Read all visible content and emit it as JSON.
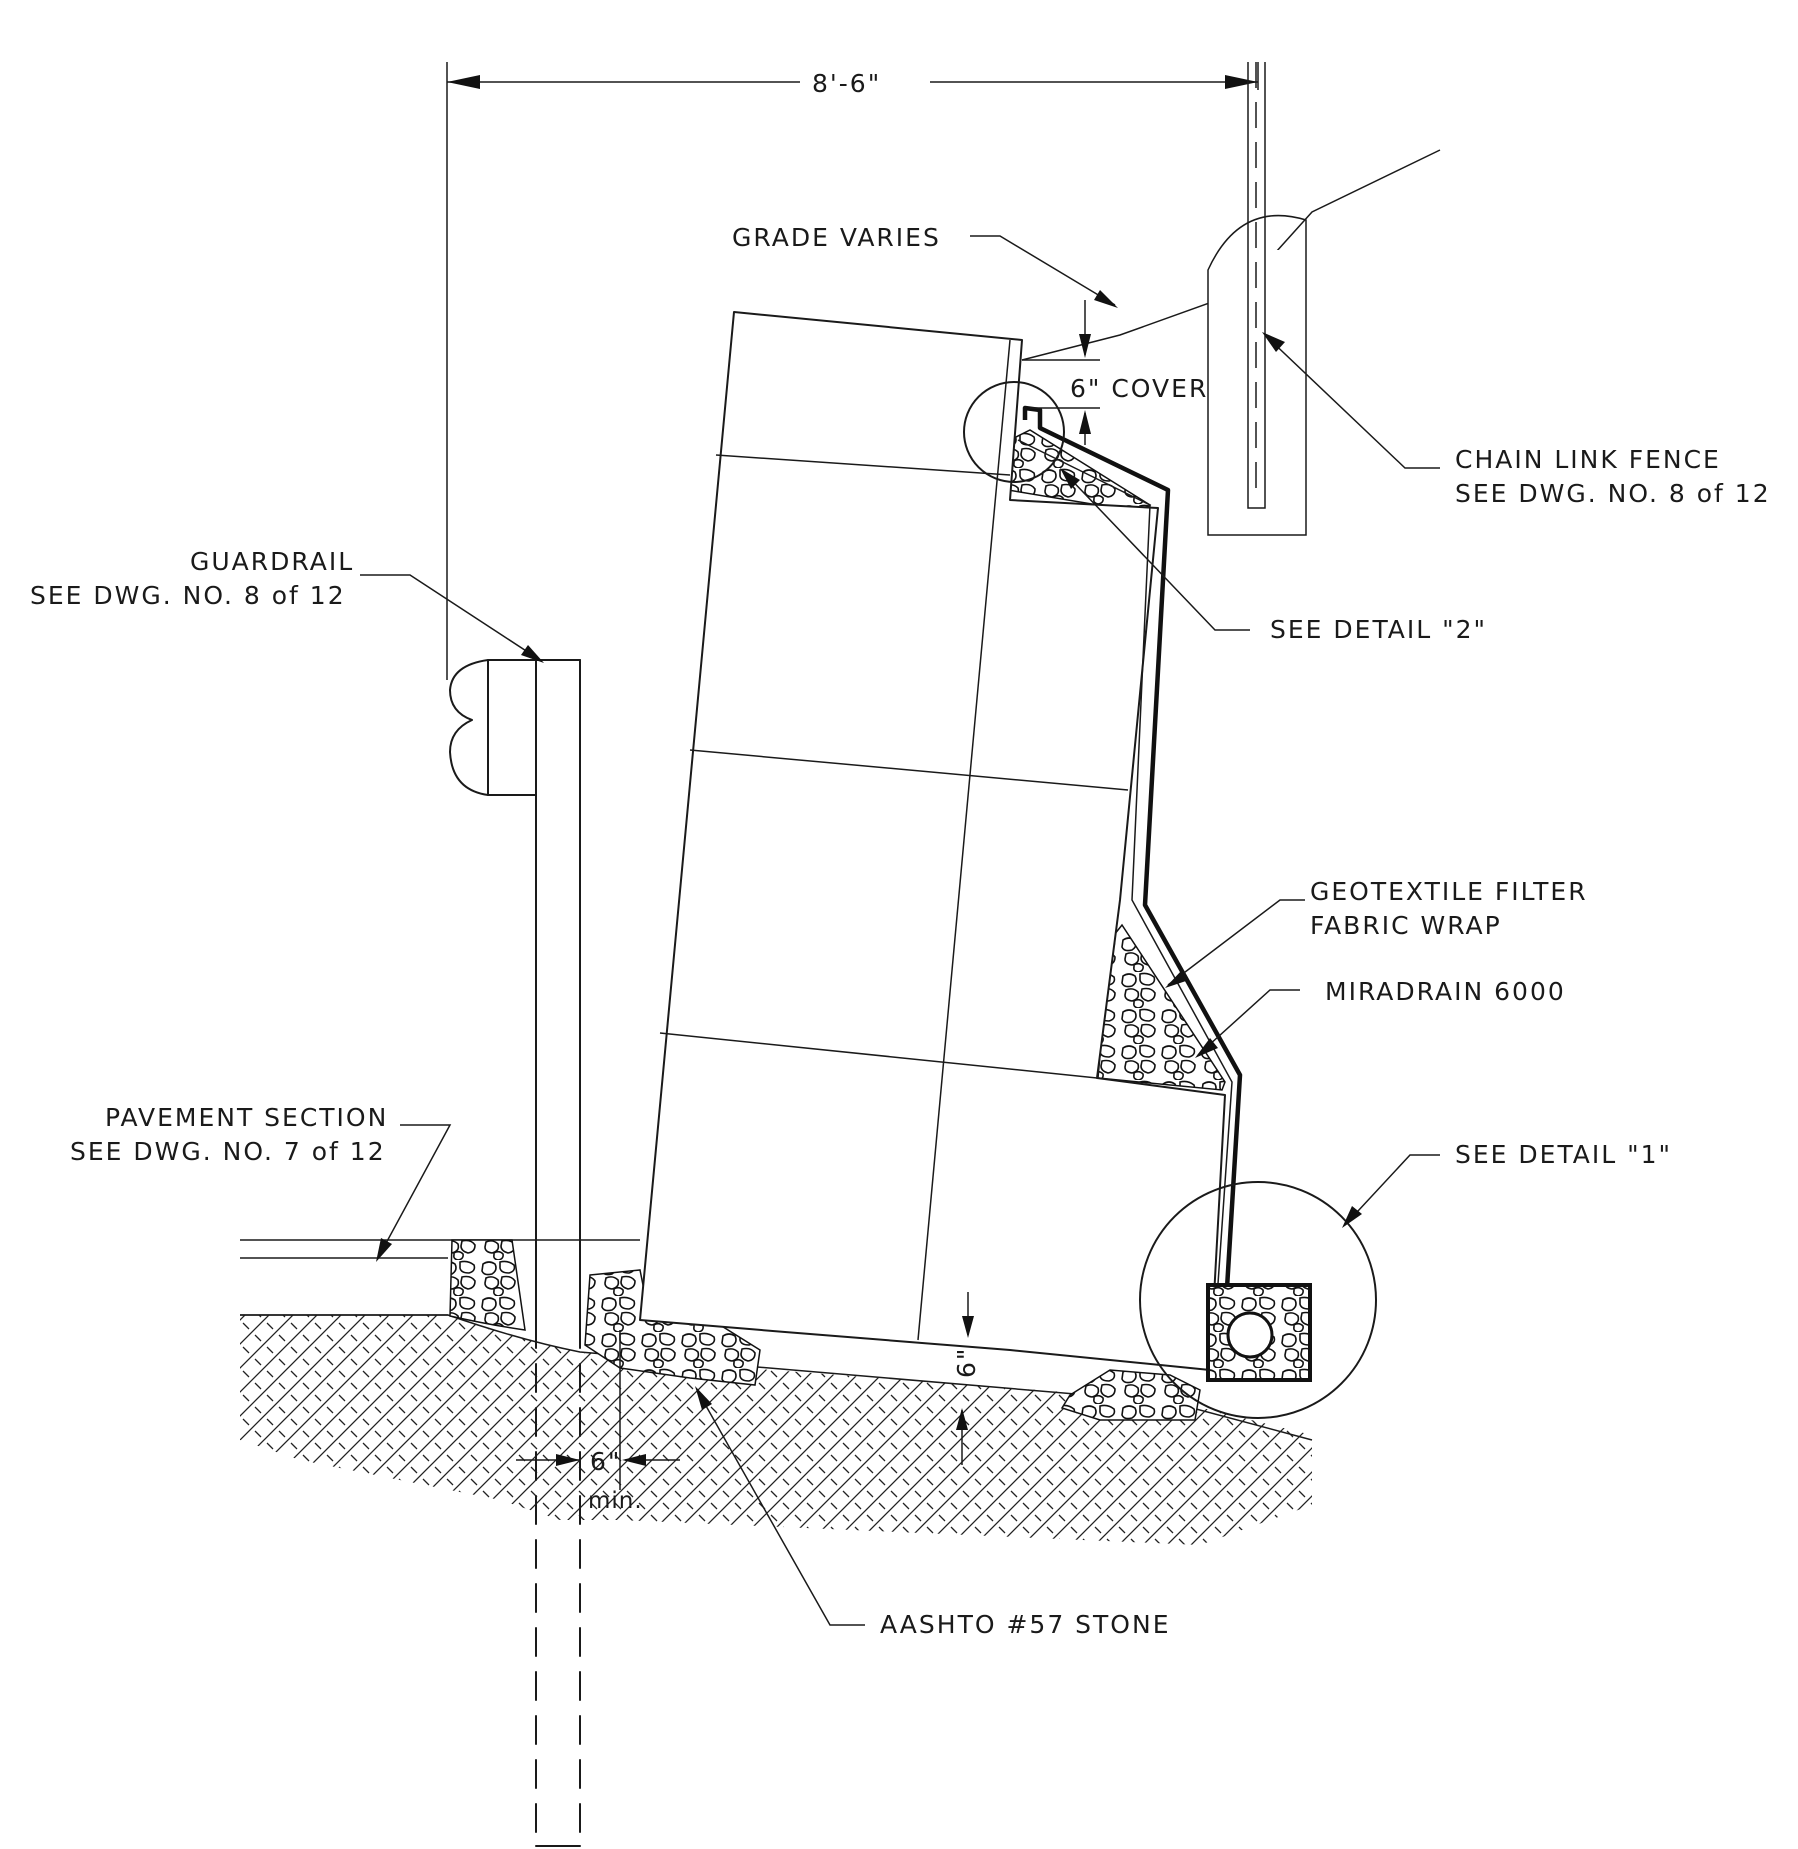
{
  "labels": {
    "overall_dimension": "8'-6\"",
    "grade": "GRADE VARIES",
    "cover_dim": "6\" COVER",
    "fence_line1": "CHAIN LINK FENCE",
    "fence_line2": "SEE DWG. NO. 8 of 12",
    "detail2": "SEE DETAIL \"2\"",
    "guardrail_line1": "GUARDRAIL",
    "guardrail_line2": "SEE DWG. NO. 8 of 12",
    "geotextile_line1": "GEOTEXTILE FILTER",
    "geotextile_line2": "FABRIC WRAP",
    "miradrain": "MIRADRAIN 6000",
    "pavement_line1": "PAVEMENT SECTION",
    "pavement_line2": "SEE DWG. NO. 7 of 12",
    "detail1": "SEE DETAIL \"1\"",
    "six_in_dim": "6\"",
    "min_label": "min.",
    "base_dim": "6\"",
    "stone": "AASHTO #57 STONE"
  }
}
